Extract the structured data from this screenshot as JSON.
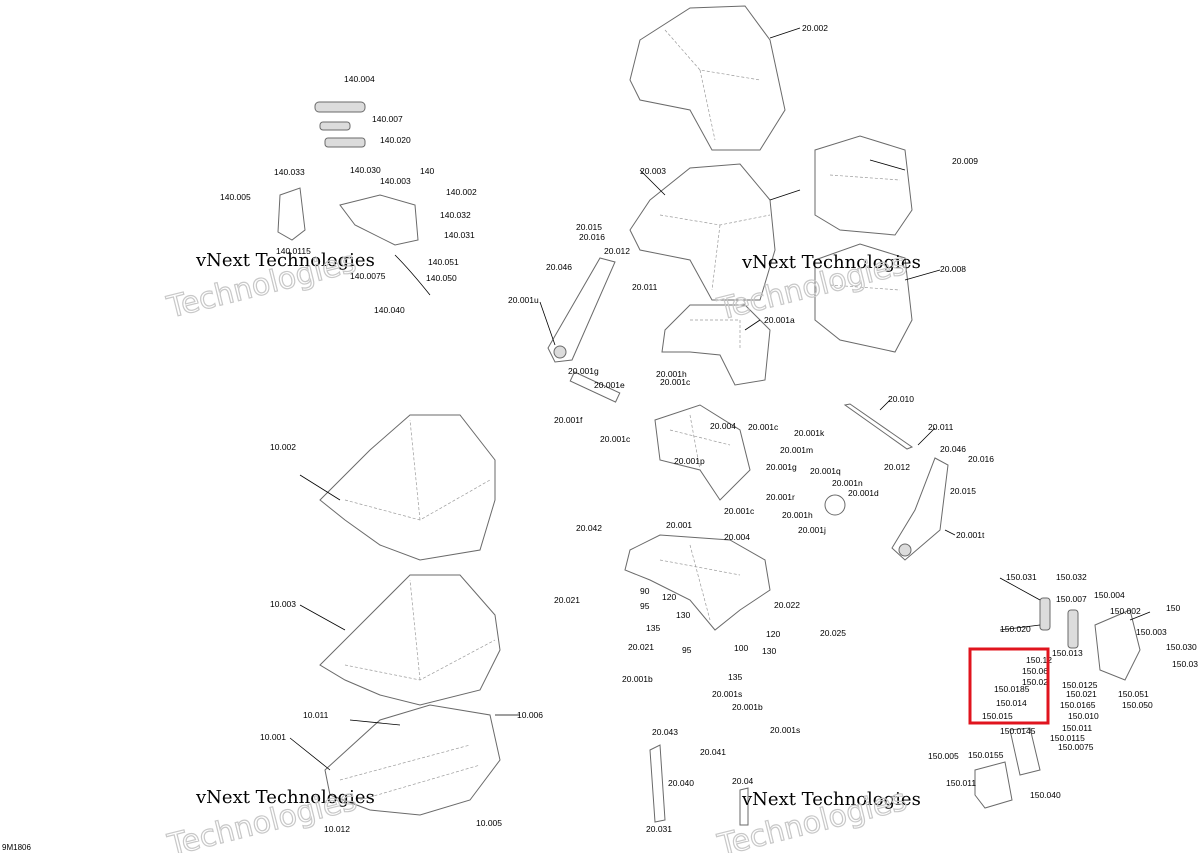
{
  "figure_id": "9M1806",
  "watermark": {
    "line1": "vNext Technologies",
    "line2": "Technologies"
  },
  "highlight_color": "#e0141e",
  "callouts": [
    "140.004",
    "140.007",
    "140.020",
    "140.033",
    "140.030",
    "140.003",
    "140",
    "140.002",
    "140.005",
    "140.032",
    "140.031",
    "140.0115",
    "140.051",
    "140.0075",
    "140.050",
    "140.040",
    "20.002",
    "20.003",
    "20.009",
    "20.008",
    "20.015",
    "20.016",
    "20.012",
    "20.046",
    "20.011",
    "20.001u",
    "20.001a",
    "20.001g",
    "20.001e",
    "20.001h",
    "20.001c",
    "20.001f",
    "20.004",
    "20.001c",
    "20.001c",
    "20.001k",
    "20.001p",
    "20.001m",
    "20.001g",
    "20.001q",
    "20.001r",
    "20.001n",
    "20.001d",
    "20.001h",
    "20.001j",
    "20.001c",
    "20.010",
    "20.011",
    "20.012",
    "20.046",
    "20.016",
    "20.015",
    "20.001t",
    "10.002",
    "10.003",
    "10.011",
    "10.006",
    "10.001",
    "10.012",
    "10.005",
    "20.042",
    "20.001",
    "20.004",
    "90",
    "120",
    "130",
    "95",
    "135",
    "20.021",
    "20.022",
    "20.021",
    "95",
    "100",
    "135",
    "120",
    "130",
    "20.025",
    "20.001b",
    "20.001s",
    "20.001b",
    "20.001s",
    "20.043",
    "20.041",
    "20.040",
    "20.04",
    "20.031",
    "150.031",
    "150.032",
    "150.007",
    "150.004",
    "150.002",
    "150",
    "150.020",
    "150.003",
    "150.013",
    "150.030",
    "150.12",
    "150.06",
    "150.02",
    "150.03",
    "150.0185",
    "150.0125",
    "150.021",
    "150.051",
    "150.014",
    "150.0165",
    "150.050",
    "150.015",
    "150.010",
    "150.011",
    "150.0145",
    "150.0115",
    "150.0075",
    "150.005",
    "150.0155",
    "150.011",
    "150.040"
  ]
}
